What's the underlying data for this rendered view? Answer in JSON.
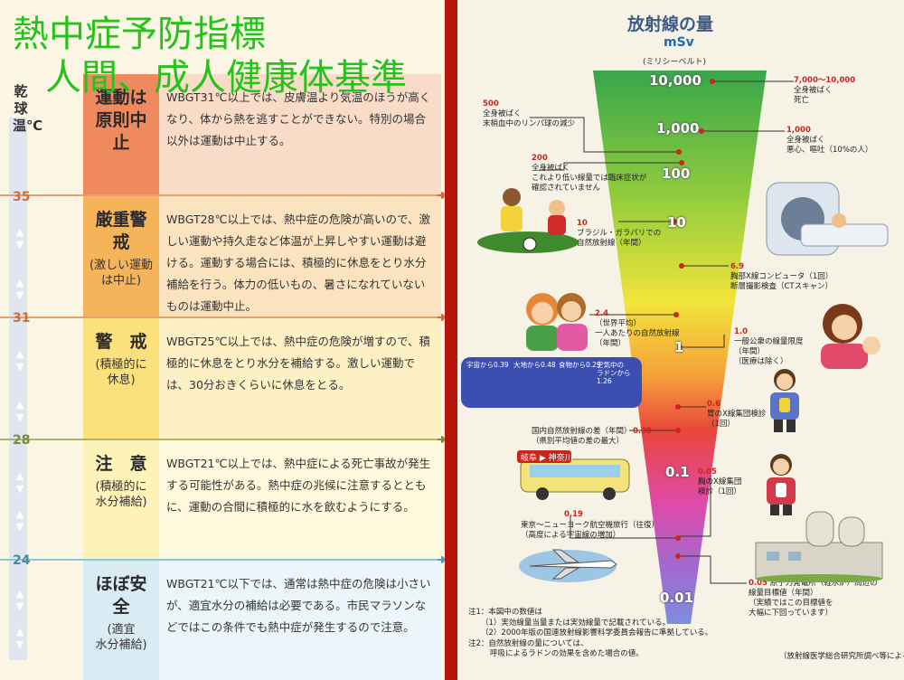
{
  "overlay_title": {
    "line1": "熱中症予防指標",
    "line2": "人間、成人健康体基準"
  },
  "left_panel": {
    "axis_title": "乾球温℃",
    "ticks": [
      "35",
      "31",
      "28",
      "24"
    ],
    "levels": [
      {
        "main": "運動は\n原則中止",
        "sub": "",
        "color": "#ef8a5e",
        "desc_bg": "#f9dcc8",
        "desc": "WBGT31℃以上では、皮膚温より気温のほうが高くなり、体から熱を逃すことができない。特別の場合以外は運動は中止する。"
      },
      {
        "main": "厳重警戒",
        "sub": "(激しい運動\nは中止)",
        "color": "#f6b45a",
        "desc_bg": "#fbe3c0",
        "desc": "WBGT28℃以上では、熱中症の危険が高いので、激しい運動や持久走など体温が上昇しやすい運動は避ける。運動する場合には、積極的に休息をとり水分補給を行う。体力の低いもの、暑さになれていないものは運動中止。"
      },
      {
        "main": "警　戒",
        "sub": "(積極的に\n休息)",
        "color": "#fbe07c",
        "desc_bg": "#fdf0c4",
        "desc": "WBGT25℃以上では、熱中症の危険が増すので、積極的に休息をとり水分を補給する。激しい運動では、30分おきくらいに休息をとる。"
      },
      {
        "main": "注　意",
        "sub": "(積極的に\n水分補給)",
        "color": "#fdf2b8",
        "desc_bg": "#fef8dc",
        "desc": "WBGT21℃以上では、熱中症による死亡事故が発生する可能性がある。熱中症の兆候に注意するとともに、運動の合間に積極的に水を飲むようにする。"
      },
      {
        "main": "ほぼ安全",
        "sub": "(適宜\n水分補給)",
        "color": "#d9ecf4",
        "desc_bg": "#ecf6fa",
        "desc": "WBGT21℃以下では、通常は熱中症の危険は小さいが、適宜水分の補給は必要である。市民マラソンなどではこの条件でも熱中症が発生するので注意。"
      }
    ]
  },
  "right_panel": {
    "title": "放射線の量",
    "unit": "mSv",
    "unit_reading": "(ミリシーベルト)",
    "scale_labels": [
      "10,000",
      "1,000",
      "100",
      "10",
      "1",
      "0.1",
      "0.01"
    ],
    "annotations": {
      "a7000": {
        "value": "7,000〜10,000",
        "text": "全身被ばく\n死亡"
      },
      "a1000": {
        "value": "1,000",
        "text": "全身被ばく\n悪心、嘔吐（10%の人）"
      },
      "a500": {
        "value": "500",
        "text": "全身被ばく\n末梢血中のリンパ球の減少"
      },
      "a200": {
        "value": "200",
        "text": "全身被ばく\nこれより低い線量では臨床症状が\n確認されていません"
      },
      "a10": {
        "value": "10",
        "text": "ブラジル・ガラパリでの\n自然放射線（年間）"
      },
      "a69": {
        "value": "6.9",
        "text": "胸部X線コンピュータ（1回）\n断層撮影検査（CTスキャン）"
      },
      "a24": {
        "value": "2.4",
        "text": "（世界平均）\n一人あたりの自然放射線\n（年間）"
      },
      "a10b": {
        "value": "1.0",
        "text": "一般公衆の線量限度\n（年間）\n（医療は除く）"
      },
      "a06": {
        "value": "0.6",
        "text": "胃のX線集団検診\n（1回）"
      },
      "a038": {
        "value": "0.38",
        "text": "国内自然放射線の差（年間）\n（県別平均値の差の最大）"
      },
      "a019": {
        "value": "0.19",
        "text": "東京〜ニューヨーク航空機旅行（往復）\n（高度による宇宙線の増加）"
      },
      "a005": {
        "value": "0.05",
        "text": "胸のX線集団\n検診（1回）"
      },
      "a005b": {
        "value": "0.05",
        "text": "原子力発電所（軽水炉）周辺の\n線量目標値（年間）\n（実績ではこの目標値を\n大幅に下回っています）"
      }
    },
    "natural_sources": [
      {
        "label": "宇宙から0.39"
      },
      {
        "label": "大地から0.48"
      },
      {
        "label": "食物から0.29"
      },
      {
        "label": "空気中の\nラドンから1.26"
      }
    ],
    "bus_sign": "岐阜 ▶ 神奈川",
    "notes": [
      "注1：本図中の数値は",
      "（1）実効線量当量または実効線量で記載されている。",
      "（2）2000年版の国連放射線影響科学委員会報告に準拠している。",
      "注2：自然放射線の量については、",
      "呼吸によるラドンの効果を含めた場合の値。"
    ],
    "source": "（放射線医学総合研究所調べ等による）"
  }
}
